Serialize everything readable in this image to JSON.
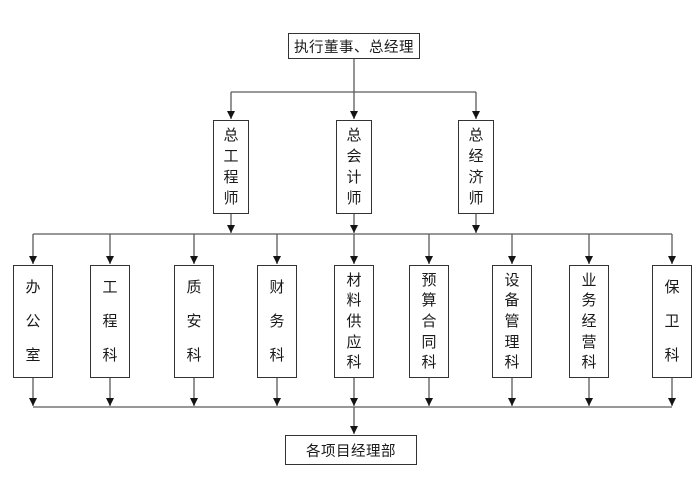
{
  "diagram": {
    "type": "org-chart",
    "root": "执行董事、总经理",
    "executives": [
      "总工程师",
      "总会计师",
      "总经济师"
    ],
    "departments": [
      "办公室",
      "工程科",
      "质安科",
      "财务科",
      "材料供应科",
      "预算合同科",
      "设备管理科",
      "业务经营科",
      "保卫科"
    ],
    "footer": "各项目经理部"
  },
  "colors": {
    "background": "#ffffff",
    "box_border": "#333333",
    "connector_line": "#5a5a5a",
    "arrowhead": "#141414",
    "text": "#1a1a1a"
  }
}
